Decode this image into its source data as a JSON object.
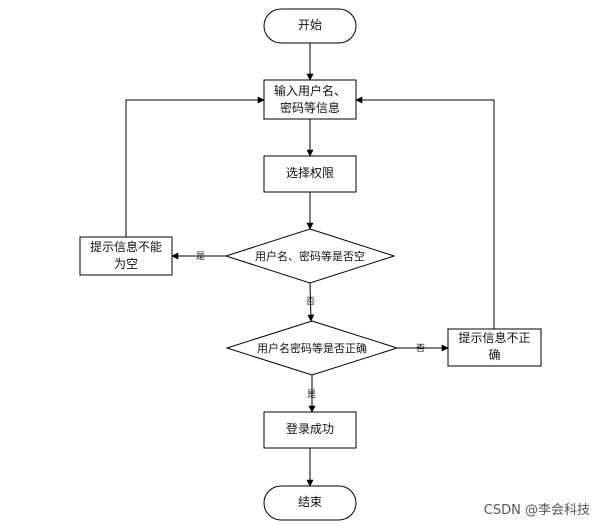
{
  "flowchart": {
    "start": "开始",
    "input": "输入用户名、密码等信息",
    "input_line1": "输入用户名、",
    "input_line2": "密码等信息",
    "select_permission": "选择权限",
    "decision_empty": "用户名、密码等是否空",
    "empty_prompt_line1": "提示信息不能",
    "empty_prompt_line2": "为空",
    "decision_correct": "用户名密码等是否正确",
    "wrong_prompt_line1": "提示信息不正",
    "wrong_prompt_line2": "确",
    "login_success": "登录成功",
    "end": "结束",
    "edge_yes_1": "是",
    "edge_no_1": "否",
    "edge_no_2": "否",
    "edge_yes_2": "是"
  },
  "watermark": "CSDN @李会科技"
}
